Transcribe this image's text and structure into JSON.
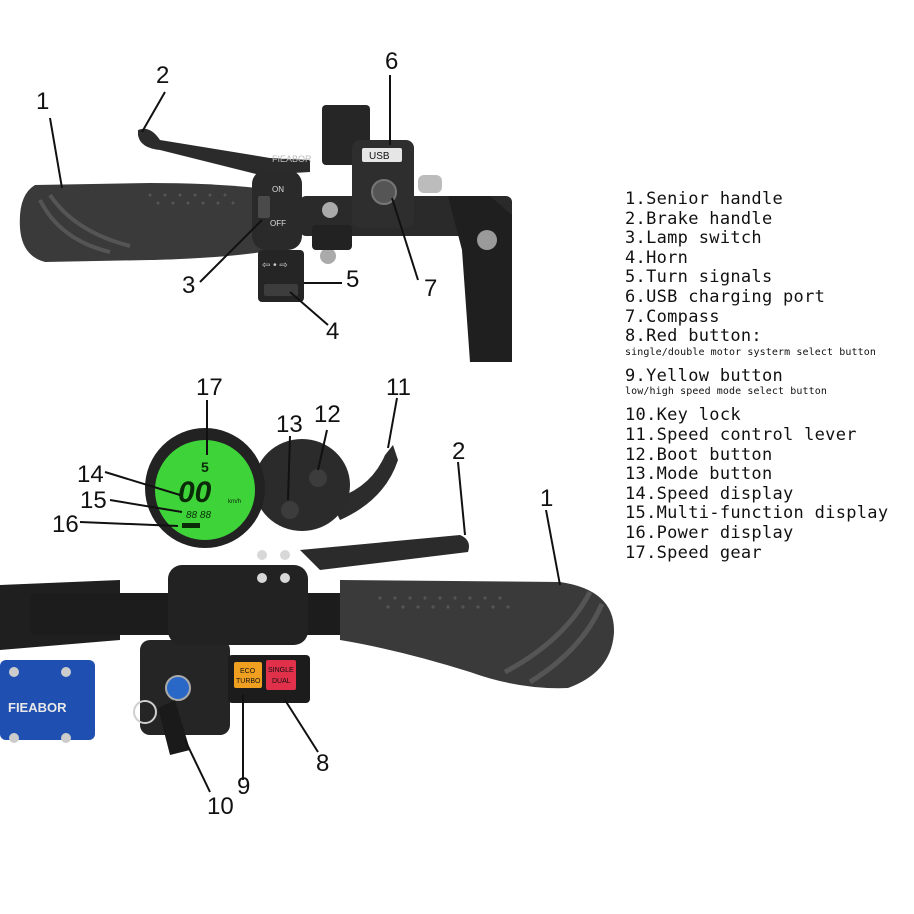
{
  "colors": {
    "background": "#ffffff",
    "lcd_green": "#3fd33a",
    "grip": "#3b3b3b",
    "eco_turbo_button": "#f0a020",
    "single_dual_button": "#e0304a",
    "clamp_blue": "#1f4fb0"
  },
  "photo_text": {
    "on": "ON",
    "off": "OFF",
    "usb": "USB",
    "brand_top": "FIEABOR",
    "brand_bottom": "FIEABOR",
    "eco": "ECO",
    "turbo": "TURBO",
    "single": "SINGLE",
    "dual": "DUAL",
    "lcd_gear": "5",
    "lcd_speed": "00",
    "lcd_unit": "km/h",
    "lcd_trip": "88 88"
  },
  "callouts": {
    "top": [
      "1",
      "2",
      "3",
      "4",
      "5",
      "6",
      "7"
    ],
    "bottom": [
      "17",
      "14",
      "15",
      "16",
      "13",
      "12",
      "11",
      "2",
      "1",
      "9",
      "10",
      "8"
    ]
  },
  "legend": [
    {
      "label": "1.Senior handle"
    },
    {
      "label": "2.Brake handle"
    },
    {
      "label": "3.Lamp switch"
    },
    {
      "label": "4.Horn"
    },
    {
      "label": "5.Turn signals"
    },
    {
      "label": "6.USB charging port"
    },
    {
      "label": "7.Compass"
    },
    {
      "label": "8.Red button:",
      "sub": "single/double motor systerm select button"
    },
    {
      "label": "9.Yellow button",
      "sub": "low/high speed mode select button"
    },
    {
      "label": "10.Key lock"
    },
    {
      "label": "11.Speed control lever"
    },
    {
      "label": "12.Boot button"
    },
    {
      "label": "13.Mode button"
    },
    {
      "label": "14.Speed display"
    },
    {
      "label": "15.Multi-function display"
    },
    {
      "label": "16.Power display"
    },
    {
      "label": "17.Speed gear"
    }
  ]
}
